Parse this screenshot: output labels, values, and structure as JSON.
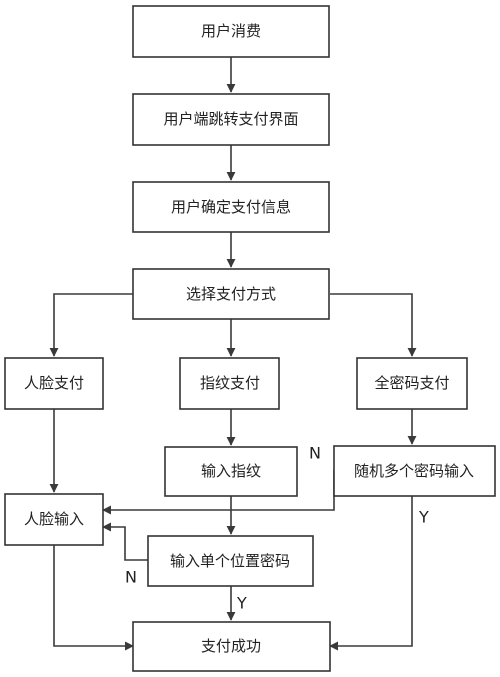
{
  "nodes": {
    "consume": "用户消费",
    "jump": "用户端跳转支付界面",
    "confirm": "用户确定支付信息",
    "choose": "选择支付方式",
    "face_pay": "人脸支付",
    "finger_pay": "指纹支付",
    "pwd_pay": "全密码支付",
    "input_finger": "输入指纹",
    "random_pwd": "随机多个密码输入",
    "face_input": "人脸输入",
    "single_pwd": "输入单个位置密码",
    "success": "支付成功"
  },
  "labels": {
    "random_no": "N",
    "random_yes": "Y",
    "single_no": "N",
    "single_yes": "Y"
  }
}
